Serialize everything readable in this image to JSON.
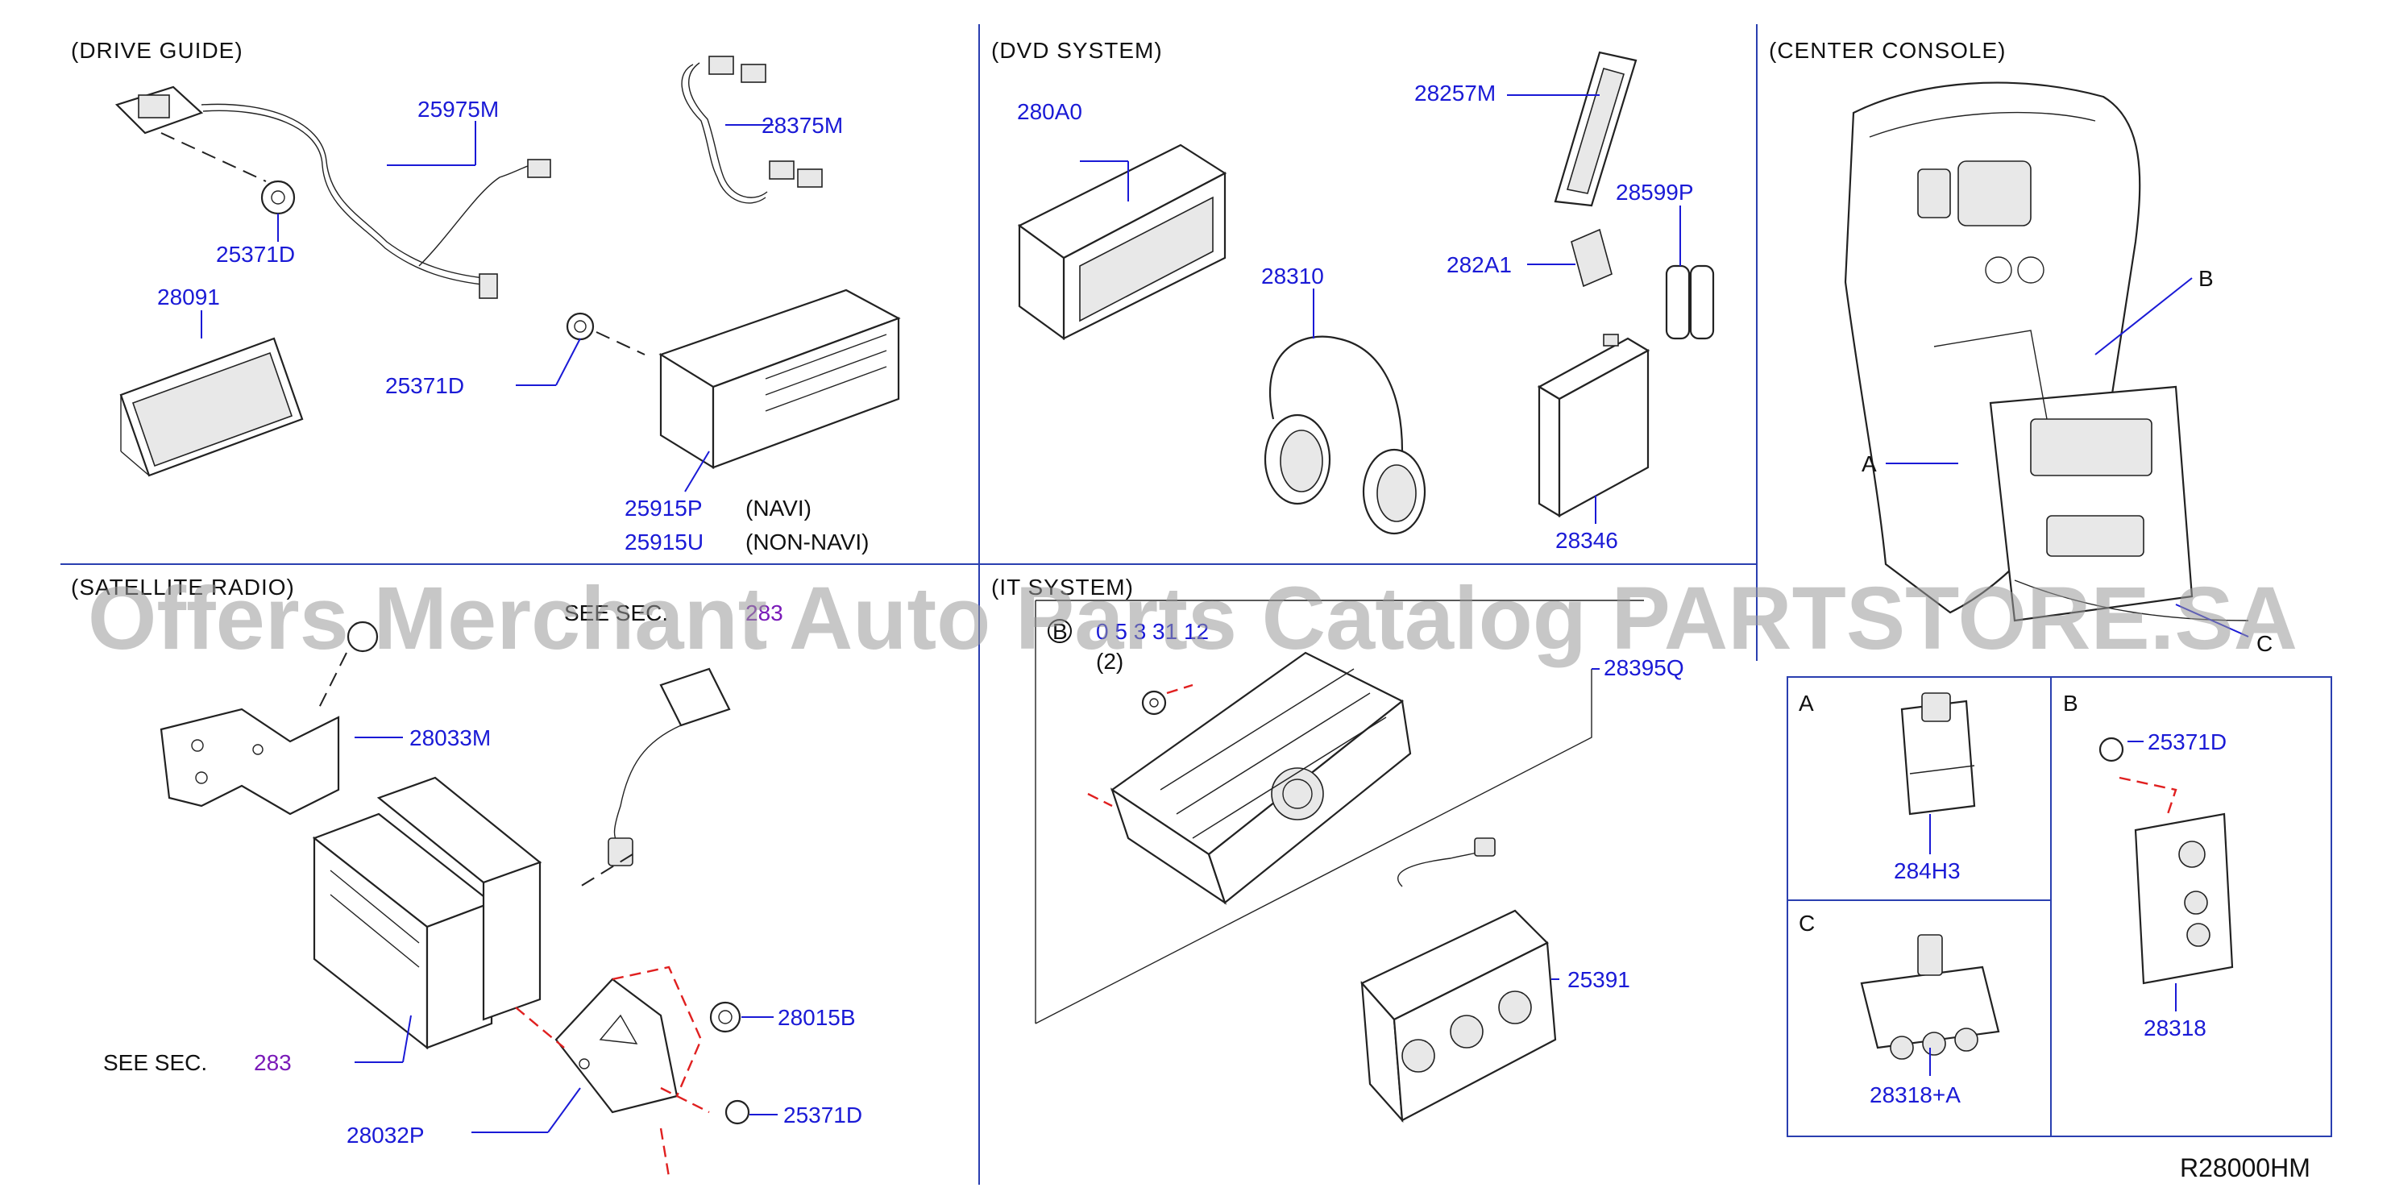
{
  "sections": {
    "drive_guide": "(DRIVE   GUIDE)",
    "dvd_system": "(DVD   SYSTEM)",
    "center_console": "(CENTER   CONSOLE)",
    "satellite_radio": "(SATELLITE   RADIO)",
    "it_system": "(IT   SYSTEM)"
  },
  "parts": {
    "p25975M": "25975M",
    "p28375M": "28375M",
    "p25371D_a": "25371D",
    "p28091": "28091",
    "p25371D_b": "25371D",
    "p25915P": "25915P",
    "p25915U": "25915U",
    "p280A0": "280A0",
    "p28257M": "28257M",
    "p28599P": "28599P",
    "p282A1": "282A1",
    "p28310": "28310",
    "p28346": "28346",
    "p28033M": "28033M",
    "p28015B": "28015B",
    "p25371D_c": "25371D",
    "p28032P": "28032P",
    "p28395Q": "28395Q",
    "p25391": "25391",
    "p284H3": "284H3",
    "p25371D_d": "25371D",
    "p28318": "28318",
    "p28318A": "28318+A",
    "see_sec_283_top": "283",
    "see_sec_283_bottom": "283",
    "bolt_code": "0 5  3 31 12"
  },
  "notes": {
    "navi": "(NAVI)",
    "non_navi": "(NON-NAVI)",
    "see_sec_top": "SEE   SEC.",
    "see_sec_bottom": "SEE   SEC.",
    "qty": "(2)",
    "circle_b": "B",
    "label_A": "A",
    "label_B": "B",
    "label_C": "C",
    "callout_A": "A",
    "callout_B": "B",
    "callout_C": "C"
  },
  "diagram_code": "R28000HM",
  "watermark": "Offers Merchant Auto Parts Catalog PARTSTORE.SA"
}
